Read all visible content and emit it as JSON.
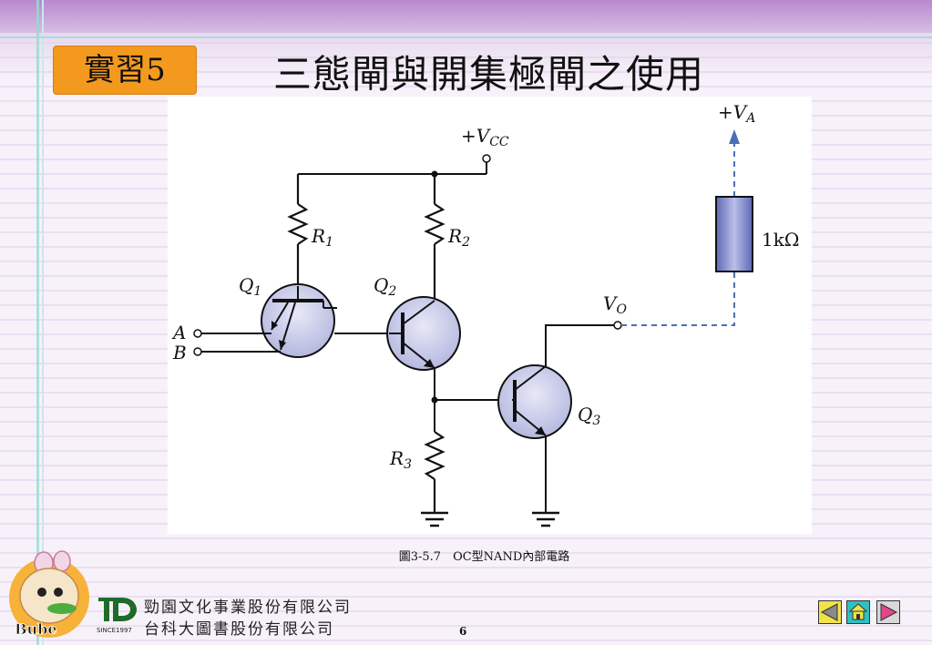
{
  "slide": {
    "badge": "實習5",
    "title": "三態閘與開集極閘之使用",
    "caption": "圖3-5.7　OC型NAND內部電路",
    "page_number": "6"
  },
  "circuit": {
    "vcc": "+V",
    "vcc_sub": "CC",
    "va": "+V",
    "va_sub": "A",
    "r1": "R",
    "r1_sub": "1",
    "r2": "R",
    "r2_sub": "2",
    "r3": "R",
    "r3_sub": "3",
    "q1": "Q",
    "q1_sub": "1",
    "q2": "Q",
    "q2_sub": "2",
    "q3": "Q",
    "q3_sub": "3",
    "input_a": "A",
    "input_b": "B",
    "vo": "V",
    "vo_sub": "O",
    "pullup": "1kΩ"
  },
  "footer": {
    "publisher_line1": "勁園文化事業股份有限公司",
    "publisher_line2": "台科大圖書股份有限公司",
    "since": "SINCE1997",
    "mascot_text": "Bube"
  },
  "nav": {
    "prev": "previous",
    "home": "home",
    "next": "next"
  },
  "colors": {
    "badge": "#f39a1e",
    "transistor_fill": "#c9cbe9",
    "resistor_fill": "#8a93cc",
    "dashed": "#4a6fb5"
  }
}
